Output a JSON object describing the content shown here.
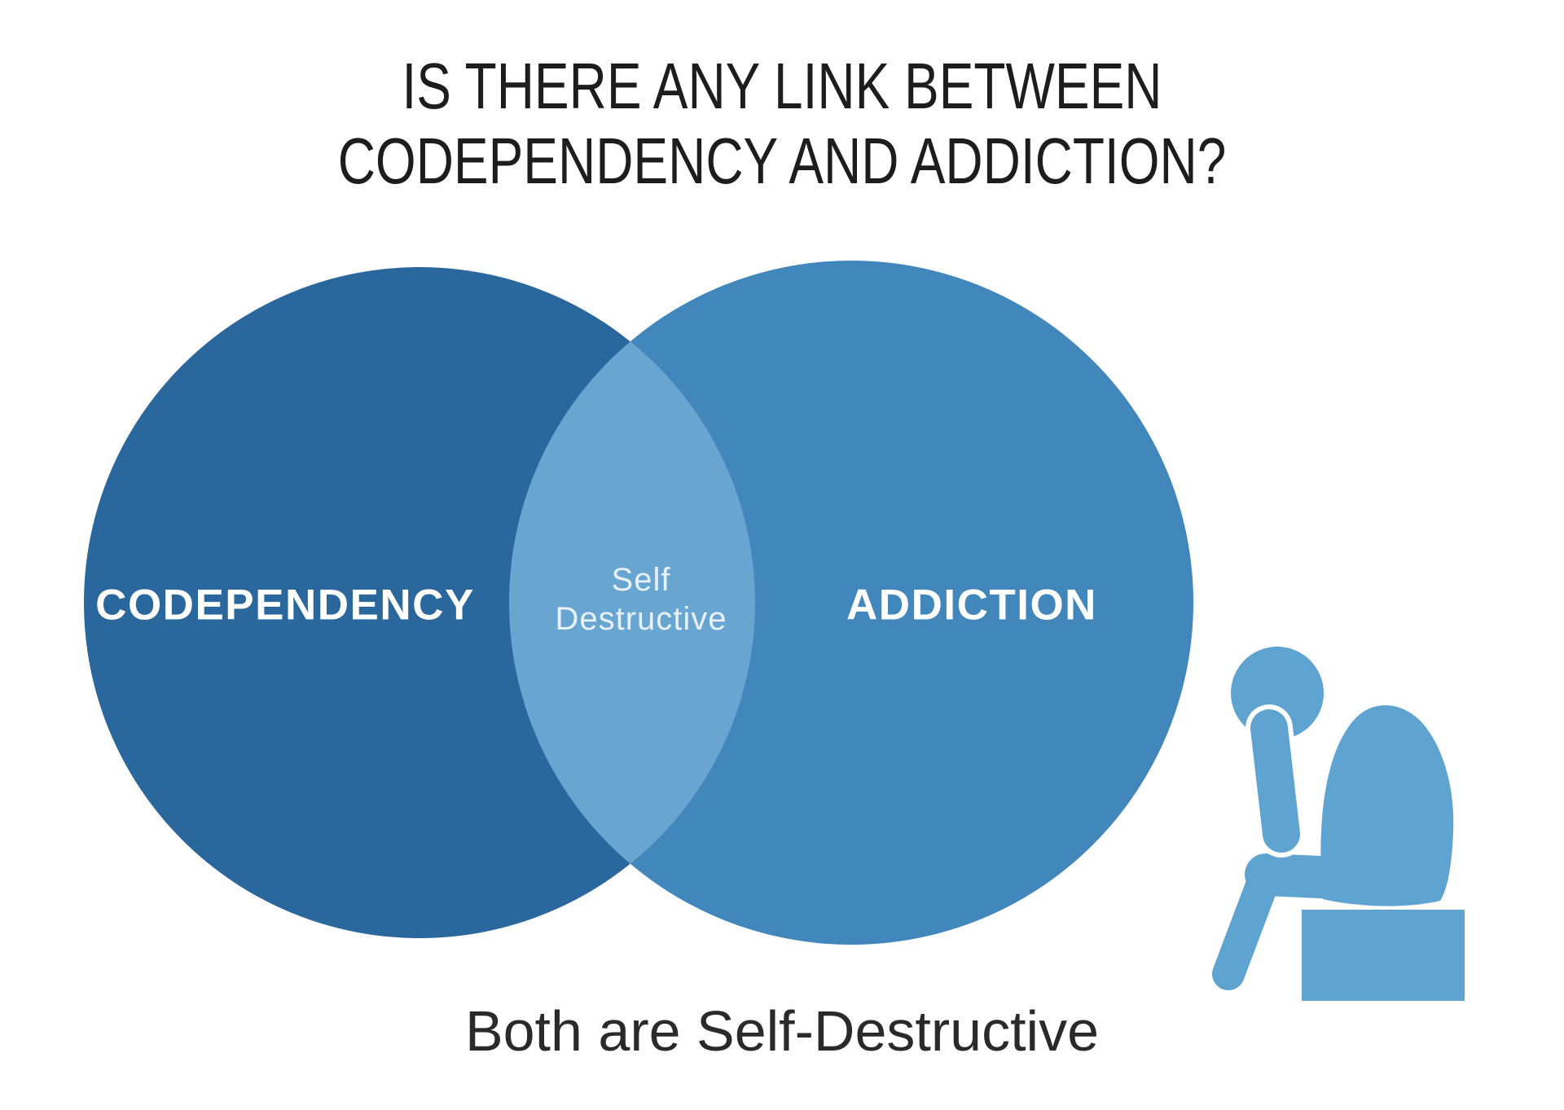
{
  "header": {
    "title_line1": "IS THERE ANY LINK BETWEEN",
    "title_line2": "CODEPENDENCY AND ADDICTION?",
    "title_color": "#1d1d1d"
  },
  "venn": {
    "left_circle": {
      "label": "CODEPENDENCY",
      "color": "#2A679D"
    },
    "right_circle": {
      "label": "ADDICTION",
      "color": "#4187BC"
    },
    "overlap": {
      "label_line1": "Self",
      "label_line2": "Destructive",
      "color": "#68A5D0",
      "text_color": "#e8f1f8"
    },
    "label_color": "#FFFFFF"
  },
  "caption": {
    "text": "Both are Self-Destructive",
    "color": "#2a2a2a"
  },
  "icon": {
    "name": "person-sitting-head-in-hand",
    "color": "#5FA3D0"
  },
  "canvas": {
    "background": "#FFFFFF"
  }
}
